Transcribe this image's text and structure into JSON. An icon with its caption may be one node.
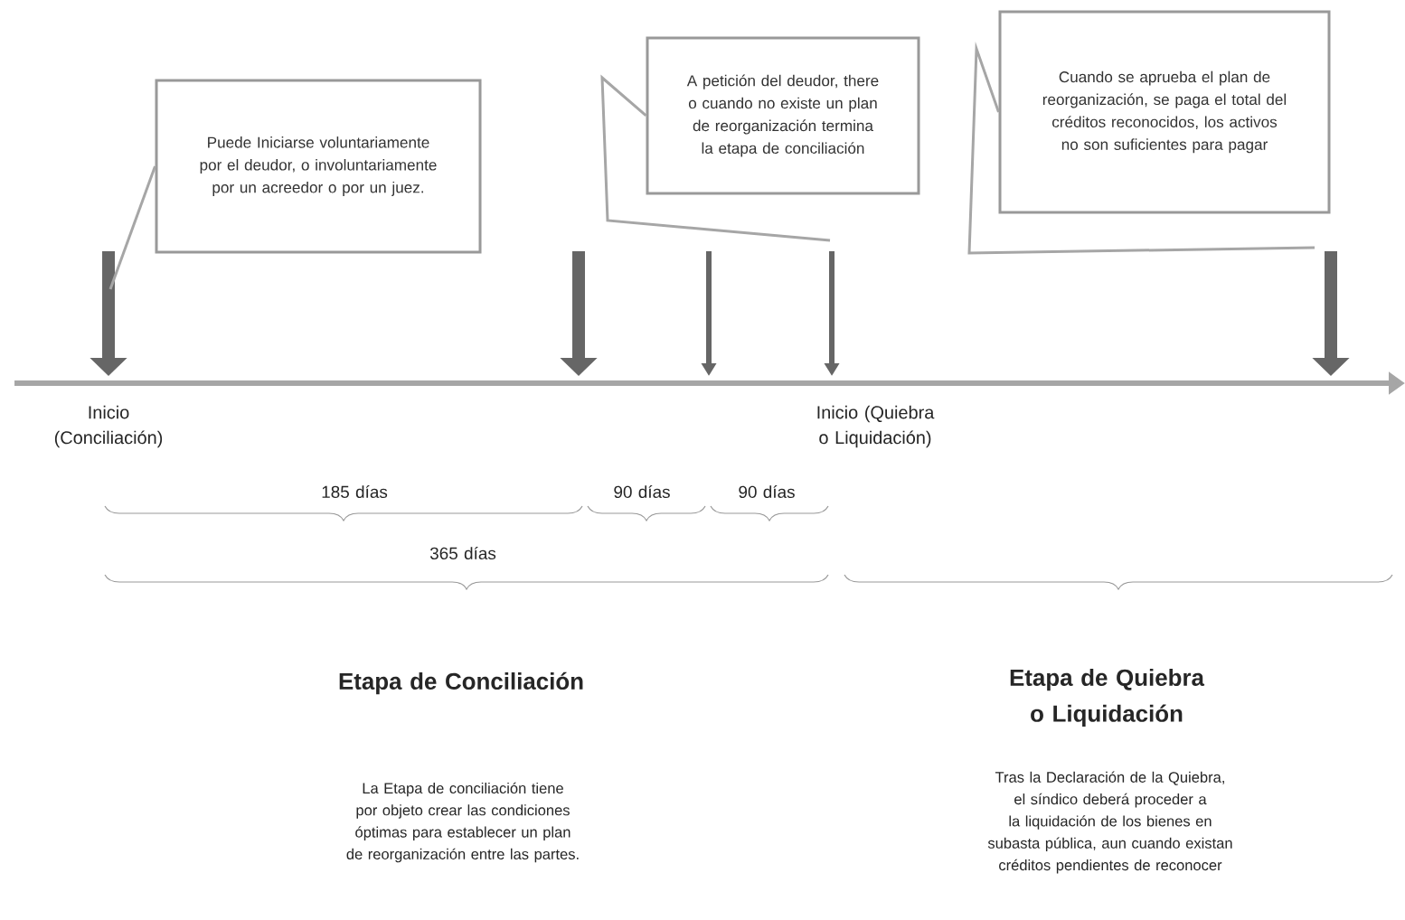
{
  "diagram": {
    "nodes": [
      {
        "text": [
          "Puede Iniciarse voluntariamente por el deudor, o involuntariamente por un acreedor o por un juez."
        ]
      },
      {
        "text": [
          "A petición del deudor, there o cuando no existe un plan de reorganización termina la etapa de conciliación"
        ]
      },
      {
        "text": [
          "Cuando se aprueba el plan de reorganización, se paga el total del créditos reconocidos, los activos no son suficientes para pagar"
        ]
      }
    ],
    "edges": [
      {
        "from": 0,
        "to": null,
        "arrow": "none"
      },
      {
        "from": 1,
        "to": null,
        "arrow": "none"
      },
      {
        "from": 2,
        "to": null,
        "arrow": "none"
      }
    ],
    "labels": [
      "Inicio (Conciliación)",
      "Inicio (Quiebra o Liquidación)",
      "185 días",
      "90 días",
      "90 días",
      "365 días",
      "Etapa de Conciliación",
      "Etapa de Quiebra o Liquidación",
      "La Etapa de conciliación tiene por objeto crear las condiciones óptimas para establecer un plan de reorganización entre las partes.",
      "Tras la Declaración de la Quiebra, el síndico deberá proceder a la liquidación de los bienes en subasta pública, aun cuando existan créditos pendientes de reconocer"
    ]
  }
}
